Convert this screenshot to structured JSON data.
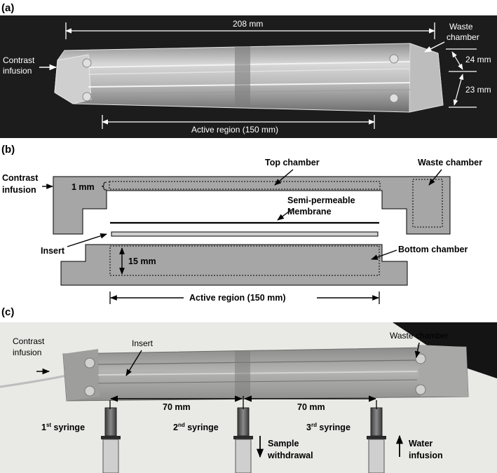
{
  "panels": {
    "a": {
      "label": "(a)",
      "dim_total": "208 mm",
      "dim_active": "Active region (150 mm)",
      "dim_height_top": "24 mm",
      "dim_height_bottom": "23 mm",
      "contrast_line1": "Contrast",
      "contrast_line2": "infusion",
      "waste_line1": "Waste",
      "waste_line2": "chamber"
    },
    "b": {
      "label": "(b)",
      "contrast_line1": "Contrast",
      "contrast_line2": "infusion",
      "top_gap": "1 mm",
      "top_chamber": "Top chamber",
      "waste_chamber": "Waste chamber",
      "membrane_line1": "Semi-permeable",
      "membrane_line2": "Membrane",
      "insert": "Insert",
      "depth": "15 mm",
      "bottom_chamber": "Bottom chamber",
      "active_region": "Active region (150 mm)"
    },
    "c": {
      "label": "(c)",
      "contrast_line1": "Contrast",
      "contrast_line2": "infusion",
      "insert": "Insert",
      "waste_chamber": "Waste chamber",
      "spacing_left": "70 mm",
      "spacing_right": "70 mm",
      "syringe1_num": "1",
      "syringe1_sup": "st",
      "syringe2_num": "2",
      "syringe2_sup": "nd",
      "syringe3_num": "3",
      "syringe3_sup": "rd",
      "syringe_word": " syringe",
      "sample_line1": "Sample",
      "sample_line2": "withdrawal",
      "water_line1": "Water",
      "water_line2": "infusion"
    }
  },
  "colors": {
    "diagram_fill": "#a6a6a6",
    "photo_a_bg": "#1c1c1c",
    "photo_c_bg": "#e9e9e6",
    "device_gray": "#9a9a98"
  }
}
